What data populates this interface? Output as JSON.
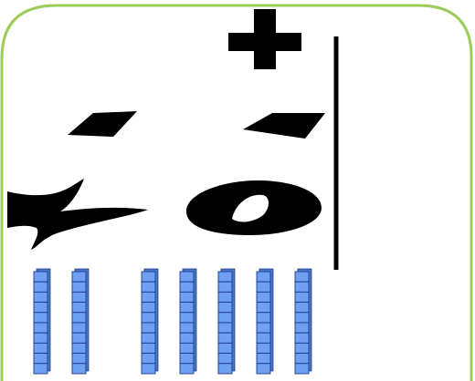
{
  "colors": {
    "frame_border": "#9ccc5a",
    "background": "#ffffff",
    "ink": "#000000",
    "cube_fill": "#6f9ff0",
    "cube_stroke": "#1f3a8a"
  },
  "icons": {
    "operator": "plus-sign-icon",
    "tens_block": "base-ten-rod-icon"
  },
  "problem": {
    "operation": "addition",
    "top_number": "?",
    "bottom_number": "?"
  },
  "manipulatives": {
    "left_group_rods": 2,
    "right_group_rods": 5,
    "cubes_per_rod": 10
  }
}
